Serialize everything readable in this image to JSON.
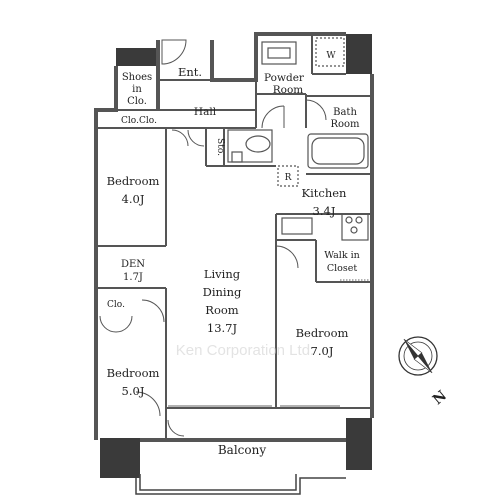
{
  "rooms": {
    "entrance": "Ent.",
    "shoes_closet_line1": "Shoes",
    "shoes_closet_line2": "in",
    "shoes_closet_line3": "Clo.",
    "powder_room_line1": "Powder",
    "powder_room_line2": "Room",
    "washer": "W",
    "hall": "Hall",
    "closet_a": "Clo.",
    "closet_b": "Clo.",
    "bath_room_line1": "Bath",
    "bath_room_line2": "Room",
    "storage": "Sto.",
    "refrigerator": "R",
    "bedroom_north_label": "Bedroom",
    "bedroom_north_size": "4.0J",
    "kitchen_label": "Kitchen",
    "kitchen_size": "3.4J",
    "den_label": "DEN",
    "den_size": "1.7J",
    "walk_in_closet_line1": "Walk in",
    "walk_in_closet_line2": "Closet",
    "living_line1": "Living",
    "living_line2": "Dining",
    "living_line3": "Room",
    "living_size": "13.7J",
    "closet_c": "Clo.",
    "bedroom_east_label": "Bedroom",
    "bedroom_east_size": "7.0J",
    "bedroom_south_label": "Bedroom",
    "bedroom_south_size": "5.0J",
    "balcony": "Balcony"
  },
  "compass": {
    "north_label": "N"
  },
  "watermark": "Ken Corporation Ltd.",
  "colors": {
    "wall": "#555555",
    "column": "#3a3a3a",
    "line": "#444444"
  }
}
